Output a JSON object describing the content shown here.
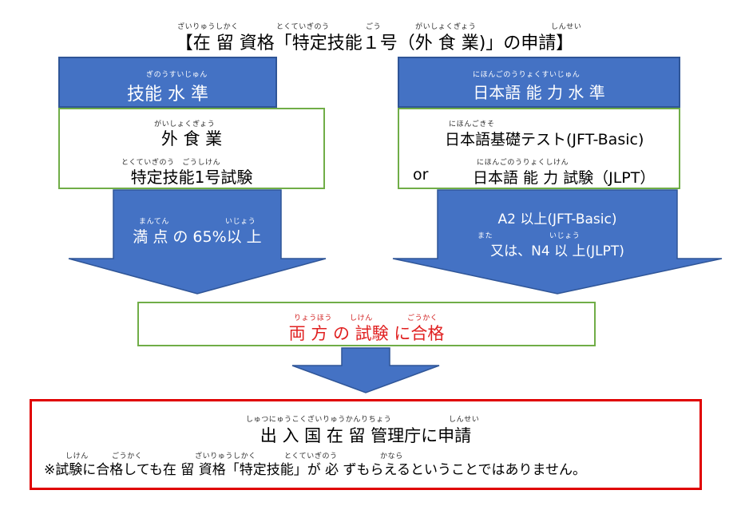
{
  "title": {
    "text": "【在 留 資格「特定技能１号（外 食 業)」の申請】",
    "ruby": [
      "ざいりゅうしかく",
      "とくていぎのう",
      "ごう",
      "がいしょくぎょう",
      "しんせい"
    ]
  },
  "left_panel": {
    "header": {
      "text": "技能 水 準",
      "ruby": "ぎのうすいじゅん"
    },
    "line1": {
      "text": "外 食 業",
      "ruby": "がいしょくぎょう"
    },
    "line2": {
      "text": "特定技能1号試験",
      "ruby": "とくていぎのう　ごうしけん"
    },
    "arrow": {
      "text": "満 点 の 65%以 上",
      "ruby1": "まんてん",
      "ruby2": "いじょう"
    }
  },
  "right_panel": {
    "header": {
      "text": "日本語 能 力 水 準",
      "ruby": "にほんごのうりょくすいじゅん"
    },
    "line1": {
      "text": "日本語基礎テスト(JFT-Basic)",
      "ruby": "にほんごきそ"
    },
    "line2": {
      "prefix": "or",
      "text": "日本語 能 力 試験（JLPT）",
      "ruby": "にほんごのうりょくしけん"
    },
    "arrow": {
      "line1": "A2 以上(JFT-Basic)",
      "line2": "又は、N4 以 上(JLPT)",
      "ruby1": "また",
      "ruby2": "いじょう"
    }
  },
  "result": {
    "text": "両 方 の 試験 に合格",
    "ruby": [
      "りょうほう",
      "しけん",
      "ごうかく"
    ]
  },
  "final": {
    "title": "出 入 国 在 留 管理庁に申請",
    "title_ruby1": "しゅつにゅうこくざいりゅうかんりちょう",
    "title_ruby2": "しんせい",
    "note": "※試験に合格しても在 留 資格「特定技能」が 必 ずもらえるということではありません。",
    "note_ruby": [
      "しけん",
      "ごうかく",
      "ざいりゅうしかく",
      "とくていぎのう",
      "かなら"
    ]
  },
  "colors": {
    "blue": "#4472c4",
    "blue_border": "#2f5597",
    "green": "#70ad47",
    "red": "#e00000",
    "red_text": "#e02020"
  }
}
